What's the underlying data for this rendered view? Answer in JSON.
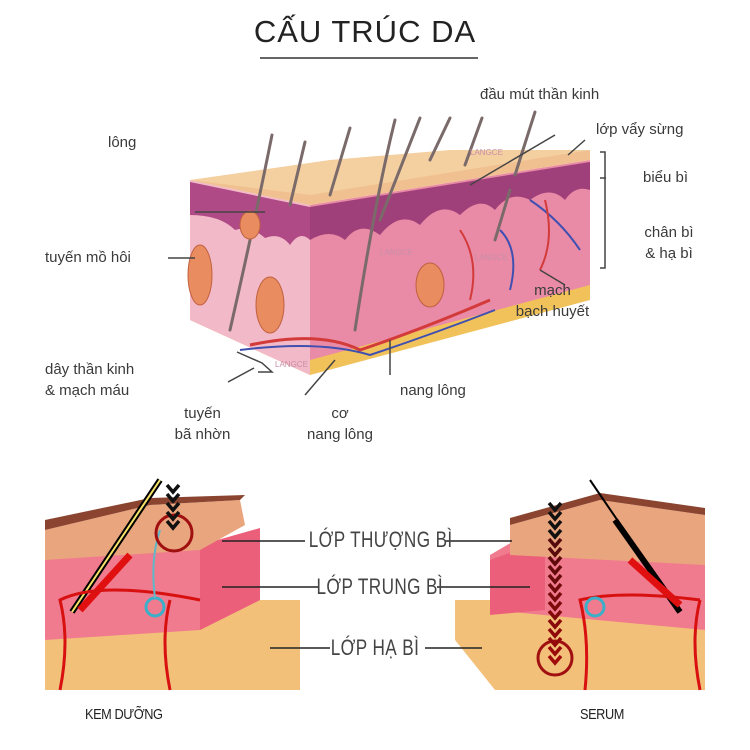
{
  "title": "CẤU TRÚC DA",
  "top_diagram": {
    "labels": {
      "nerve_endings": "đầu mút thần kinh",
      "hair": "lông",
      "stratum_corneum": "lớp vẩy sừng",
      "epidermis": "biểu bì",
      "dermis_line1": "chân bì",
      "dermis_line2": "& hạ bì",
      "sweat_gland": "tuyến mồ hôi",
      "lymph_line1": "mạch",
      "lymph_line2": "bạch huyết",
      "nerves_line1": "dây thần kinh",
      "nerves_line2": "& mạch máu",
      "follicle": "nang lông",
      "sebaceous_line1": "tuyến",
      "sebaceous_line2": "bã nhờn",
      "muscle_line1": "cơ",
      "muscle_line2": "nang lông"
    },
    "watermark": "LANGCE"
  },
  "bottom_diagram": {
    "layers": [
      "LỚP THƯỢNG BÌ",
      "LỚP TRUNG BÌ",
      "LỚP HẠ BÌ"
    ],
    "left_caption": "KEM DƯỠNG",
    "right_caption": "SERUM",
    "colors": {
      "epidermis": "#e9a57d",
      "dermis": "#f07a8e",
      "hypodermis": "#f3c07a",
      "arrow": "#8b0d0d"
    }
  }
}
